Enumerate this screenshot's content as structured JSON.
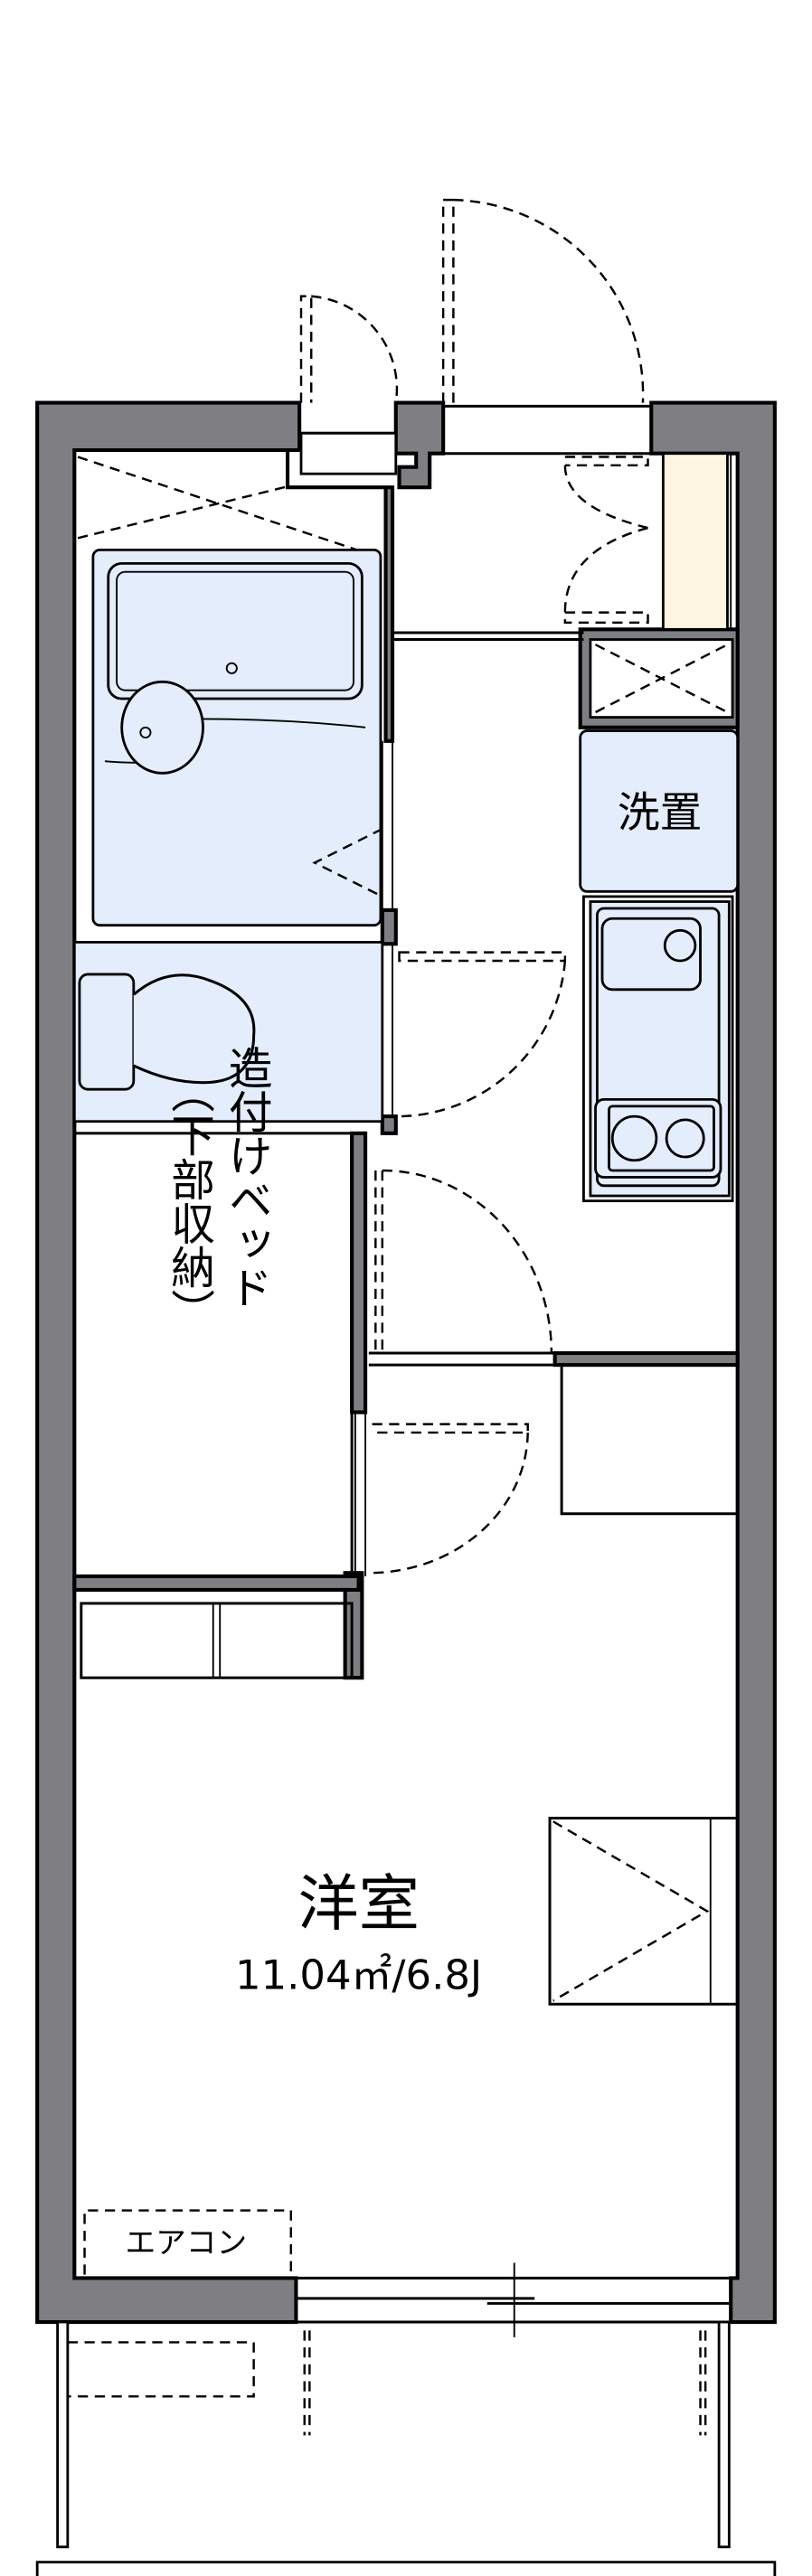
{
  "colors": {
    "wall": "#7f7e83",
    "fixture": "#e3edfb",
    "shoe_cabinet": "#fff5e1",
    "line": "#000000"
  },
  "labels": {
    "washer": "洗置",
    "bed_line1": "造付けベッド",
    "bed_line2": "（下部収納）",
    "room_name": "洋室",
    "room_area": "11.04㎡/6.8J",
    "aircon": "エアコン"
  }
}
